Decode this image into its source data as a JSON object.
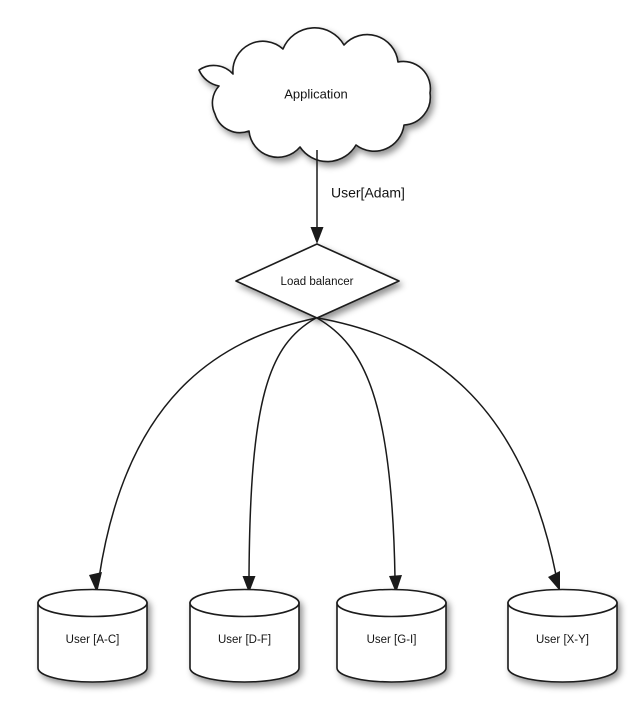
{
  "diagram": {
    "background_color": "#ffffff",
    "stroke_color": "#1a1a1a",
    "fill_color": "#ffffff",
    "text_color": "#141414",
    "source": {
      "id": "application-cloud",
      "shape": "cloud",
      "label": "Application"
    },
    "router": {
      "id": "load-balancer",
      "shape": "diamond",
      "label": "Load balancer"
    },
    "main_edge": {
      "from": "application-cloud",
      "to": "load-balancer",
      "label": "User[Adam]",
      "arrow": true
    },
    "shards": [
      {
        "id": "shard-ac",
        "shape": "cylinder",
        "label": "User [A-C]"
      },
      {
        "id": "shard-df",
        "shape": "cylinder",
        "label": "User [D-F]"
      },
      {
        "id": "shard-gi",
        "shape": "cylinder",
        "label": "User [G-I]"
      },
      {
        "id": "shard-xy",
        "shape": "cylinder",
        "label": "User [X-Y]"
      }
    ],
    "shard_edges": [
      {
        "from": "load-balancer",
        "to": "shard-ac",
        "label": "",
        "arrow": true
      },
      {
        "from": "load-balancer",
        "to": "shard-df",
        "label": "",
        "arrow": true
      },
      {
        "from": "load-balancer",
        "to": "shard-gi",
        "label": "",
        "arrow": true
      },
      {
        "from": "load-balancer",
        "to": "shard-xy",
        "label": "",
        "arrow": true
      }
    ]
  }
}
